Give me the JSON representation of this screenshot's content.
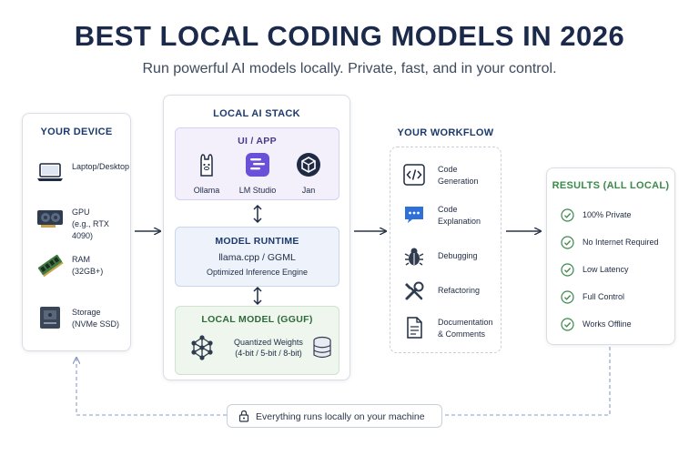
{
  "title": "BEST LOCAL CODING MODELS IN 2026",
  "subtitle": "Run powerful AI models locally. Private, fast, and in your control.",
  "device": {
    "heading": "YOUR DEVICE",
    "items": [
      {
        "icon": "laptop-icon",
        "label": "Laptop/Desktop",
        "sub": ""
      },
      {
        "icon": "gpu-icon",
        "label": "GPU",
        "sub": "(e.g., RTX 4090)"
      },
      {
        "icon": "ram-icon",
        "label": "RAM",
        "sub": "(32GB+)"
      },
      {
        "icon": "storage-icon",
        "label": "Storage",
        "sub": "(NVMe SSD)"
      }
    ]
  },
  "stack": {
    "heading": "LOCAL AI STACK",
    "ui_app": {
      "heading": "UI / APP",
      "apps": [
        {
          "icon": "ollama-icon",
          "label": "Ollama"
        },
        {
          "icon": "lm-studio-icon",
          "label": "LM Studio"
        },
        {
          "icon": "jan-icon",
          "label": "Jan"
        }
      ]
    },
    "runtime": {
      "heading": "MODEL RUNTIME",
      "name": "llama.cpp / GGML",
      "desc": "Optimized Inference Engine"
    },
    "local_model": {
      "heading": "LOCAL MODEL (GGUF)",
      "line1": "Quantized Weights",
      "line2": "(4-bit / 5-bit / 8-bit)"
    }
  },
  "workflow": {
    "heading": "YOUR WORKFLOW",
    "items": [
      {
        "icon": "code-icon",
        "line1": "Code",
        "line2": "Generation"
      },
      {
        "icon": "chat-icon",
        "line1": "Code",
        "line2": "Explanation"
      },
      {
        "icon": "bug-icon",
        "line1": "Debugging",
        "line2": ""
      },
      {
        "icon": "tools-icon",
        "line1": "Refactoring",
        "line2": ""
      },
      {
        "icon": "document-icon",
        "line1": "Documentation",
        "line2": "& Comments"
      }
    ]
  },
  "results": {
    "heading": "RESULTS (ALL LOCAL)",
    "items": [
      "100% Private",
      "No Internet Required",
      "Low Latency",
      "Full Control",
      "Works Offline"
    ]
  },
  "footer": {
    "icon": "lock-icon",
    "text": "Everything runs locally on your machine"
  },
  "colors": {
    "title": "#1b2a4a",
    "heading_blue": "#1c3a6e",
    "ui_heading": "#4a3a8a",
    "runtime_heading": "#1c3a6e",
    "model_heading": "#2f6b3a",
    "results_heading": "#3a8a4a",
    "check_green": "#3a8a4a",
    "arrow": "#2a3448",
    "dashed_line": "#8a9ac8"
  }
}
